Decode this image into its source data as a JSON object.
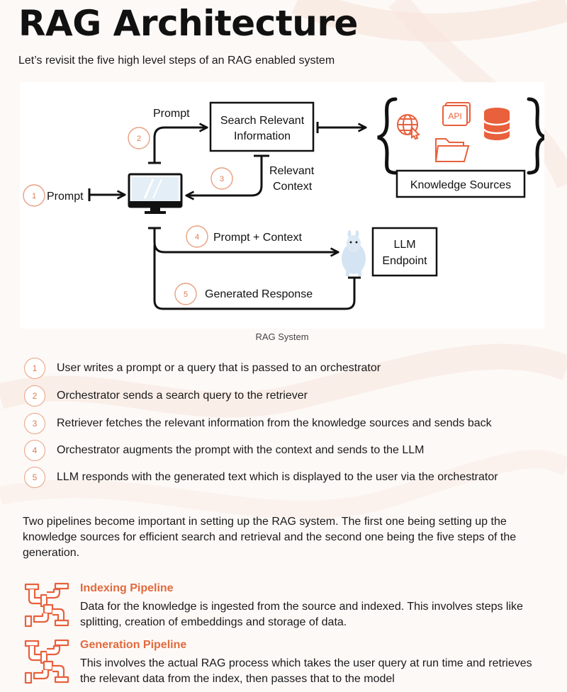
{
  "title": "RAG Architecture",
  "subtitle": "Let’s revisit the five high level steps of an RAG enabled system",
  "diagram": {
    "caption": "RAG System",
    "nodes": {
      "search_box": [
        "Search Relevant",
        "Information"
      ],
      "knowledge_box": "Knowledge Sources",
      "llm_box": [
        "LLM",
        "Endpoint"
      ],
      "api_label": "API"
    },
    "labels": {
      "prompt_top": "Prompt",
      "prompt_left": "Prompt",
      "relevant_context": [
        "Relevant",
        "Context"
      ],
      "prompt_context": "Prompt + Context",
      "generated_response": "Generated Response"
    },
    "markers": [
      "1",
      "2",
      "3",
      "4",
      "5"
    ],
    "accent_color": "#e8603c"
  },
  "steps": [
    {
      "num": "1",
      "text": "User writes a prompt or a query that is passed to an orchestrator"
    },
    {
      "num": "2",
      "text": "Orchestrator sends a search query to the retriever"
    },
    {
      "num": "3",
      "text": "Retriever fetches the relevant information from the knowledge sources and sends back"
    },
    {
      "num": "4",
      "text": "Orchestrator augments the prompt with the context and sends to the LLM"
    },
    {
      "num": "5",
      "text": "LLM responds with the generated text which is displayed to the user via the orchestrator"
    }
  ],
  "paragraph": "Two pipelines become important in setting up the RAG system. The first one being setting up the knowledge sources for efficient search and retrieval and the second one being the five steps of the generation.",
  "pipelines": [
    {
      "title": "Indexing Pipeline",
      "icon": "pipe-icon",
      "description": "Data for the knowledge is ingested from the source and indexed. This involves steps like splitting, creation of embeddings and storage of data."
    },
    {
      "title": "Generation Pipeline",
      "icon": "pipe-icon",
      "description": "This involves the actual RAG process which takes the user query at run time and retrieves the relevant data from the index, then passes that to the model"
    }
  ]
}
